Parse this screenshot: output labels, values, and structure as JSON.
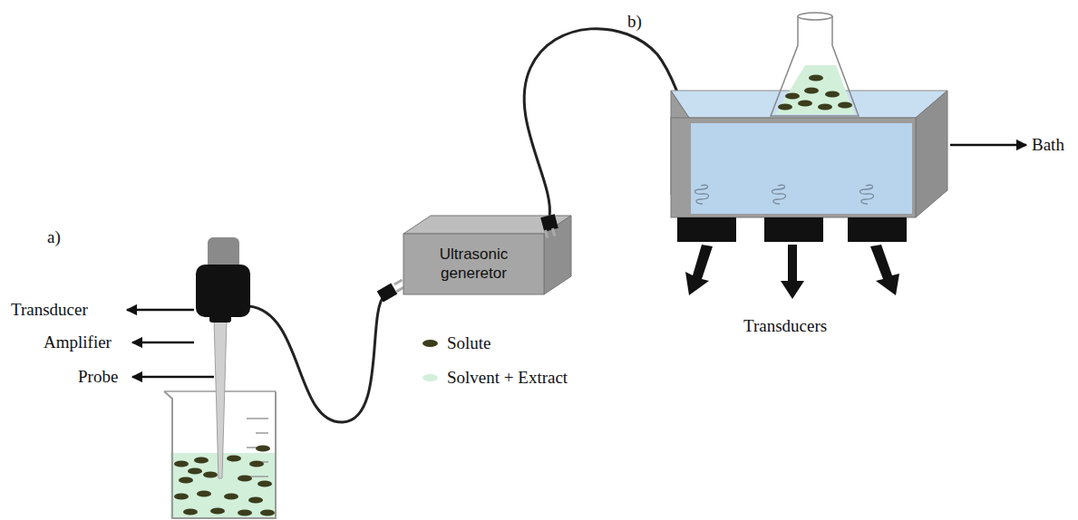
{
  "diagram": {
    "nodes": [
      {
        "text": [
          "Ultrasonic generetor"
        ]
      }
    ],
    "labels": [
      "a)",
      "b)",
      "Transducer",
      "Amplifier",
      "Probe",
      "Bath",
      "Transducers"
    ],
    "legend": [
      {
        "text": "Solute",
        "color": "#3b3d1c"
      },
      {
        "text": "Solvent + Extract",
        "color": "#d2efda"
      }
    ]
  }
}
